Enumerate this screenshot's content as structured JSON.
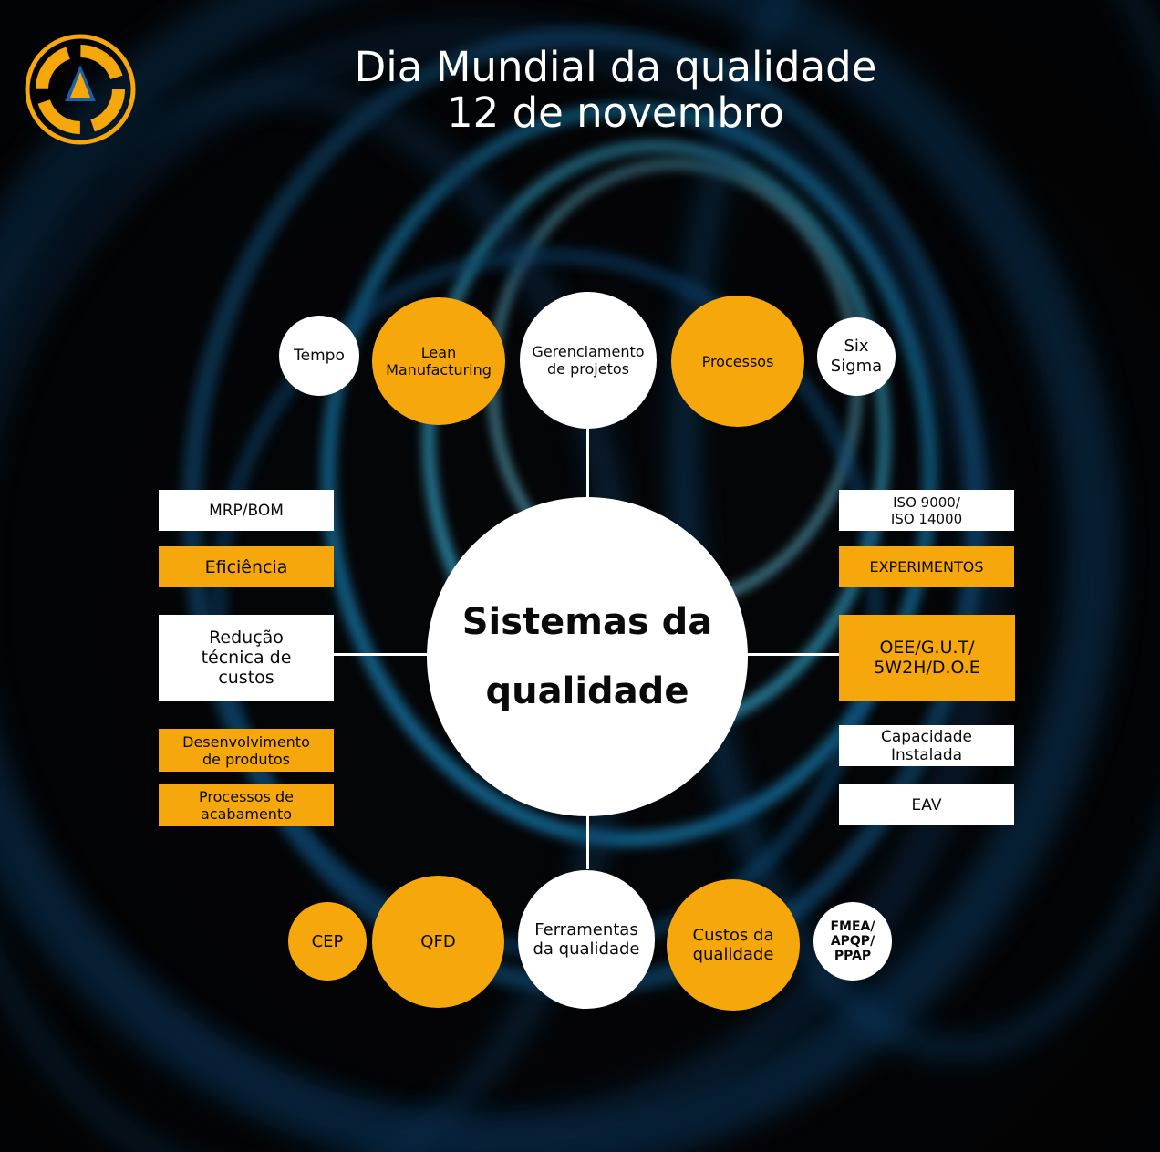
{
  "header": {
    "title_line1": "Dia Mundial da qualidade",
    "title_line2": "12 de novembro"
  },
  "logo": {
    "icon": "triangle-ring-logo",
    "accent": "#f5a70b"
  },
  "center": {
    "line1": "Sistemas da",
    "line2": "qualidade"
  },
  "top_row": {
    "tempo": "Tempo",
    "lean_line1": "Lean",
    "lean_line2": "Manufacturing",
    "gerenciamento_line1": "Gerenciamento",
    "gerenciamento_line2": "de projetos",
    "processos": "Processos",
    "six_line1": "Six",
    "six_line2": "Sigma"
  },
  "left_column": {
    "mrp": "MRP/BOM",
    "eficiencia": "Eficiência",
    "reducao_line1": "Redução",
    "reducao_line2": "técnica de",
    "reducao_line3": "custos",
    "desenvolvimento_line1": "Desenvolvimento",
    "desenvolvimento_line2": "de produtos",
    "acabamento_line1": "Processos de",
    "acabamento_line2": "acabamento"
  },
  "right_column": {
    "iso_line1": "ISO 9000/",
    "iso_line2": "ISO 14000",
    "experimentos": "EXPERIMENTOS",
    "oee_line1": "OEE/G.U.T/",
    "oee_line2": "5W2H/D.O.E",
    "capacidade_line1": "Capacidade",
    "capacidade_line2": "Instalada",
    "eav": "EAV"
  },
  "bottom_row": {
    "cep": "CEP",
    "qfd": "QFD",
    "ferramentas_line1": "Ferramentas",
    "ferramentas_line2": "da qualidade",
    "custos_line1": "Custos da",
    "custos_line2": "qualidade",
    "fmea_line1": "FMEA/",
    "fmea_line2": "APQP/",
    "fmea_line3": "PPAP"
  },
  "colors": {
    "orange": "#f5a70b",
    "white": "#ffffff",
    "background": "#050608",
    "swirl": "#1aa3e0"
  }
}
